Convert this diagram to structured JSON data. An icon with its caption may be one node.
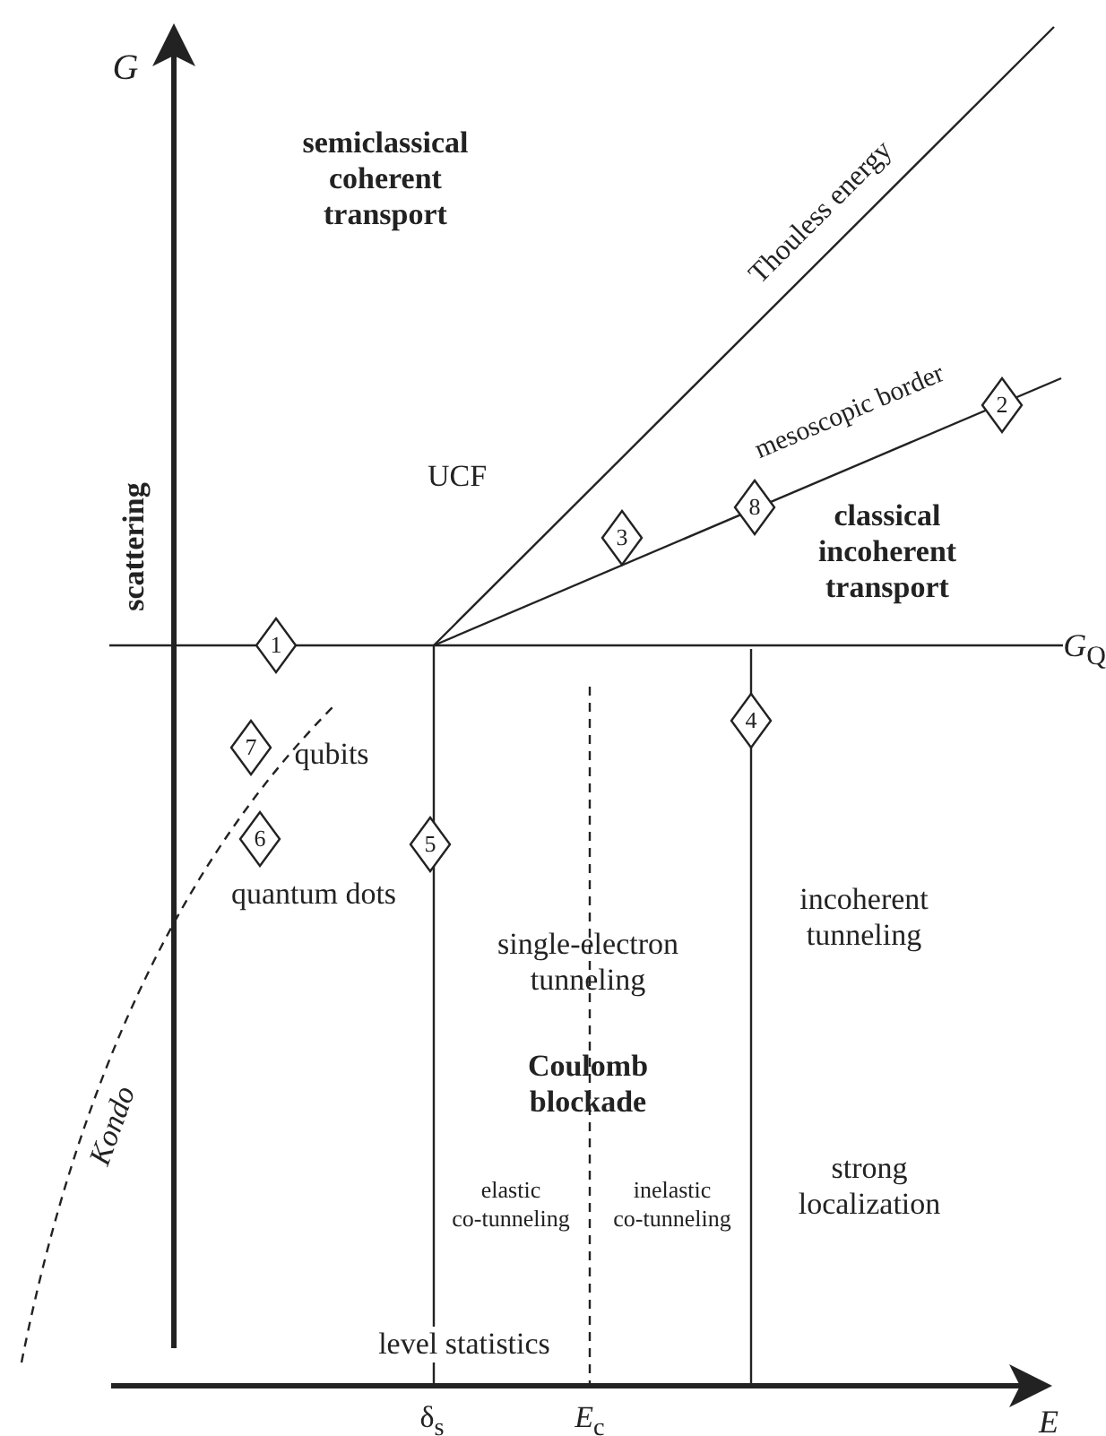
{
  "diagram": {
    "nodes": [
      {
        "text": [
          "2"
        ]
      },
      {
        "text": [
          "8"
        ]
      },
      {
        "text": [
          "3"
        ]
      },
      {
        "text": [
          "1"
        ]
      },
      {
        "text": [
          "7"
        ]
      },
      {
        "text": [
          "4"
        ]
      },
      {
        "text": [
          "6"
        ]
      },
      {
        "text": [
          "5"
        ]
      }
    ],
    "labels": [
      "G",
      "semiclassical coherent transport",
      "Thouless energy",
      "mesoscopic border",
      "UCF",
      "scattering",
      "classical incoherent transport",
      "*G*$_{Q}$",
      "qubits",
      "quantum dots",
      "incoherent tunneling",
      "single-electron tunneling",
      "Coulomb blockade",
      "Kondo",
      "elastic co-tunneling",
      "inelastic co-tunneling",
      "strong localization",
      "level statistics",
      "δ$_{s}$",
      "*E*$_{c}$",
      "E"
    ]
  }
}
